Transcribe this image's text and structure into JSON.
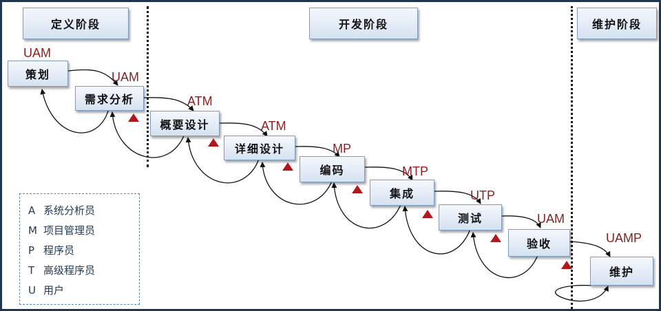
{
  "phases": [
    {
      "id": "define",
      "label": "定义阶段"
    },
    {
      "id": "develop",
      "label": "开发阶段"
    },
    {
      "id": "maintain",
      "label": "维护阶段"
    }
  ],
  "stages": [
    {
      "id": "plan",
      "label": "策划",
      "roles": "UAM"
    },
    {
      "id": "requirements",
      "label": "需求分析",
      "roles": "UAM"
    },
    {
      "id": "outline-design",
      "label": "概要设计",
      "roles": "ATM"
    },
    {
      "id": "detailed-design",
      "label": "详细设计",
      "roles": "ATM"
    },
    {
      "id": "coding",
      "label": "编码",
      "roles": "MP"
    },
    {
      "id": "integration",
      "label": "集成",
      "roles": "MTP"
    },
    {
      "id": "testing",
      "label": "测试",
      "roles": "UTP"
    },
    {
      "id": "acceptance",
      "label": "验收",
      "roles": "UAM"
    },
    {
      "id": "maintenance",
      "label": "维护",
      "roles": "UAMP"
    }
  ],
  "legend": [
    {
      "key": "A",
      "text": "系统分析员"
    },
    {
      "key": "M",
      "text": "项目管理员"
    },
    {
      "key": "P",
      "text": "程序员"
    },
    {
      "key": "T",
      "text": "高级程序员"
    },
    {
      "key": "U",
      "text": "用户"
    }
  ],
  "colors": {
    "role_text": "#8b1f1f",
    "review_marker": "#b3161b",
    "legend_border": "#5b84a8"
  },
  "review_marker_icon": "triangle-icon"
}
